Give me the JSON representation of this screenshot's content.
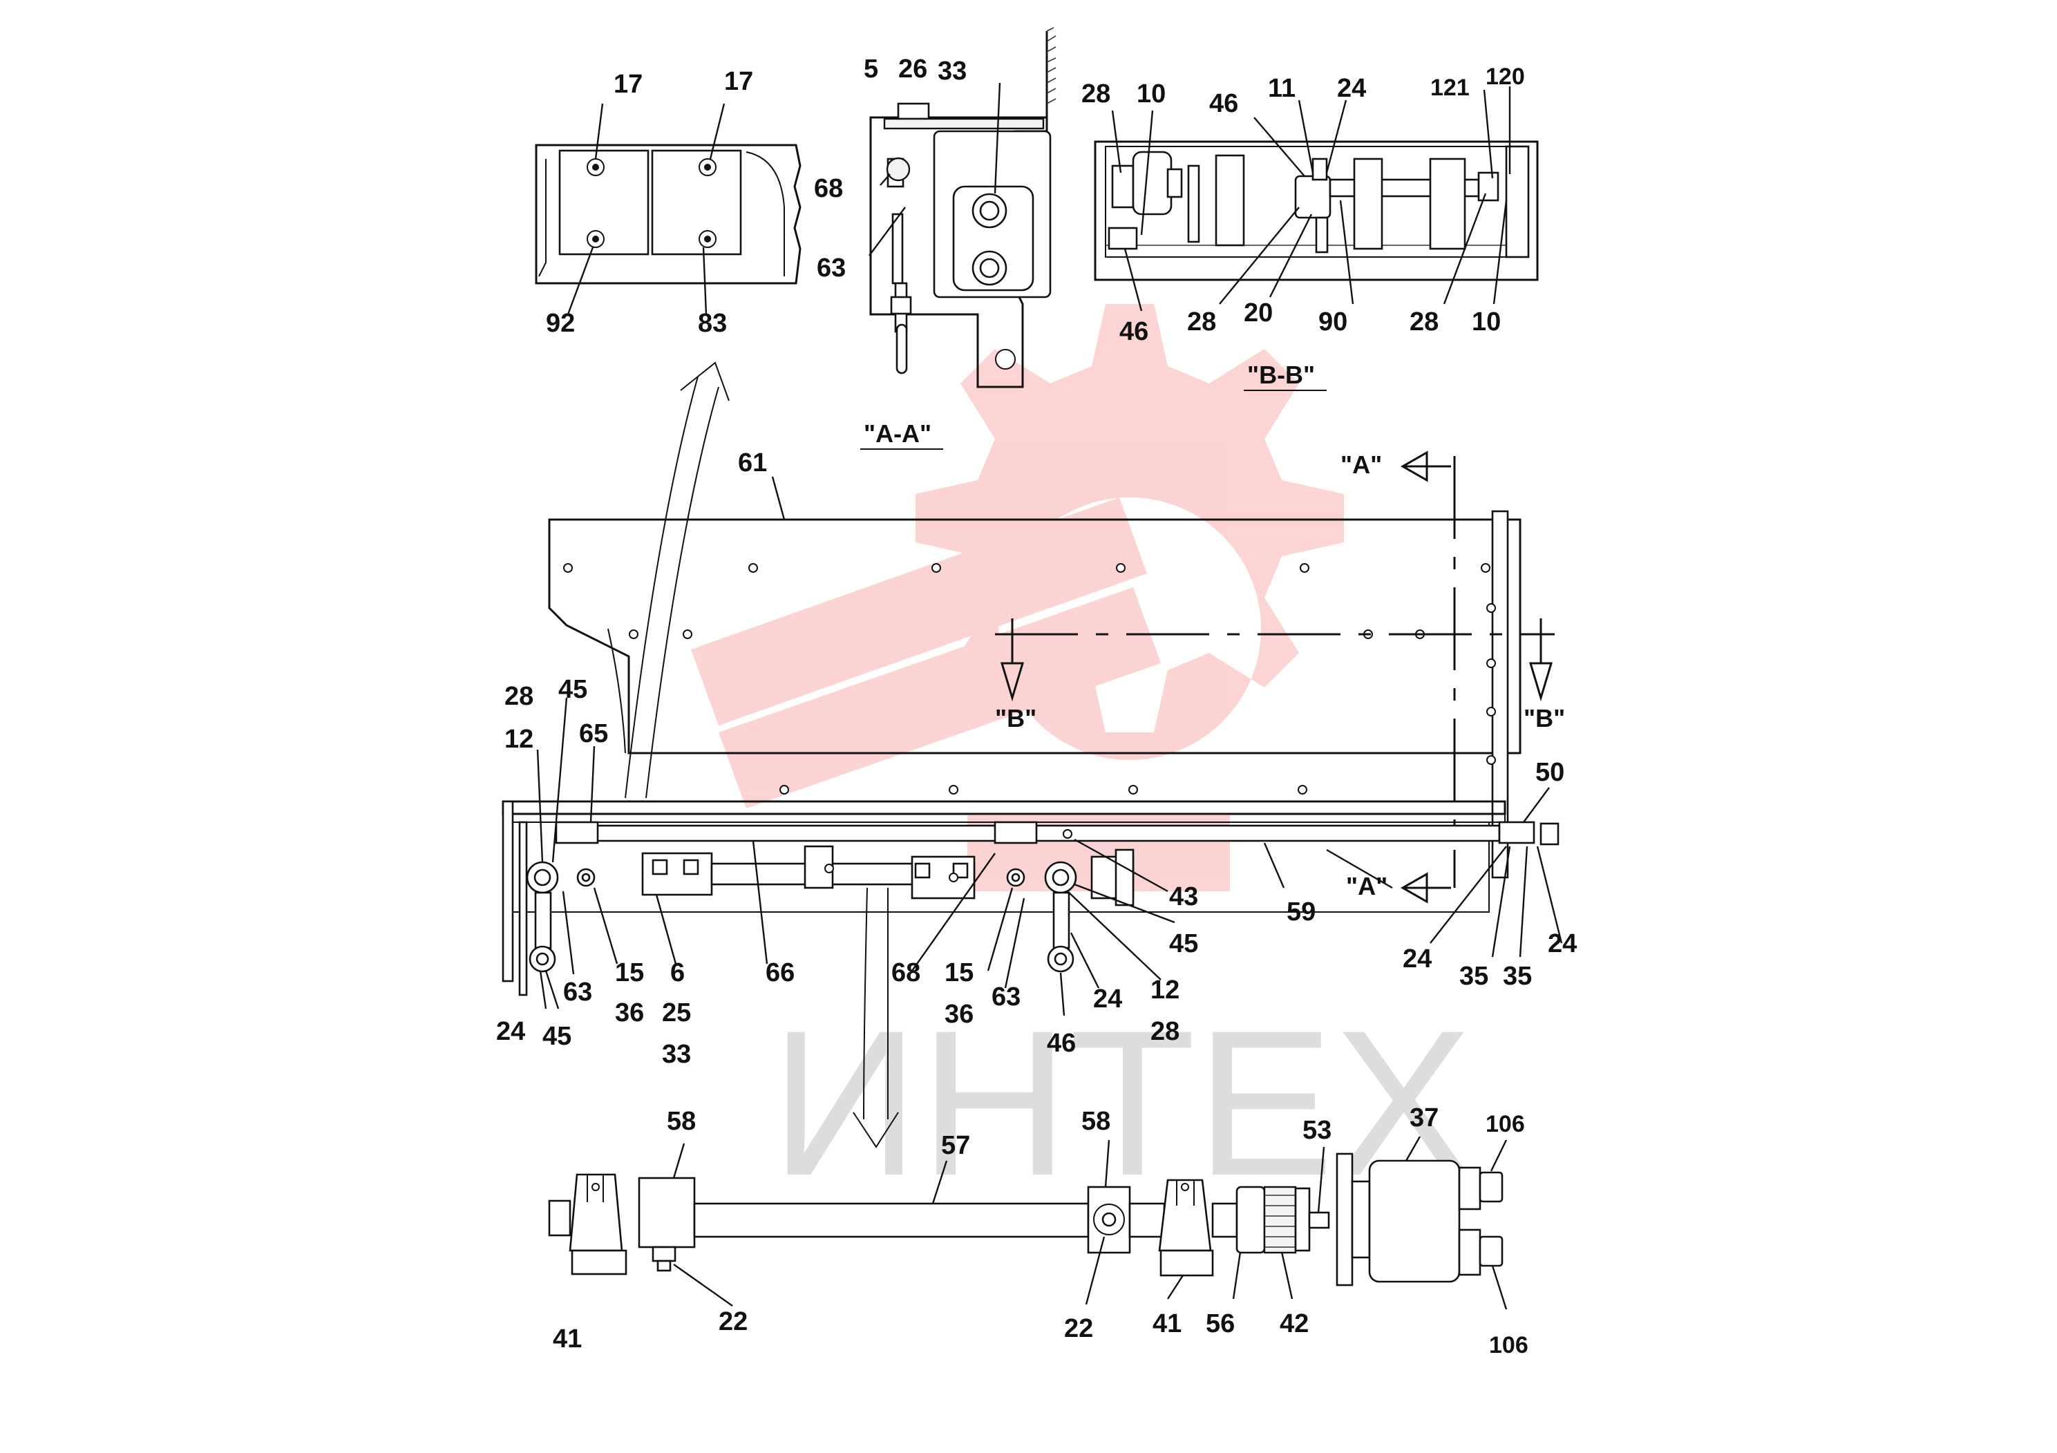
{
  "watermark": {
    "text": "ИНТЕХ",
    "gear_color": "#f03c3c",
    "text_color": "#b4b4b4"
  },
  "section_titles": {
    "aa": "\"A-A\"",
    "bb": "\"B-B\"",
    "mark_a_top": "\"A\"",
    "mark_a_bottom": "\"A\"",
    "mark_b_left": "\"B\"",
    "mark_b_right": "\"B\""
  },
  "callouts": {
    "tl_17a": "17",
    "tl_17b": "17",
    "tl_92": "92",
    "tl_83": "83",
    "aa_5": "5",
    "aa_26": "26",
    "aa_33": "33",
    "aa_68": "68",
    "aa_63": "63",
    "bb_28a": "28",
    "bb_10a": "10",
    "bb_46a": "46",
    "bb_11": "11",
    "bb_24": "24",
    "bb_121": "121",
    "bb_120": "120",
    "bb_46b": "46",
    "bb_28b": "28",
    "bb_20": "20",
    "bb_90": "90",
    "bb_28c": "28",
    "bb_10b": "10",
    "m_61": "61",
    "m_28a": "28",
    "m_45a": "45",
    "m_12a": "12",
    "m_65": "65",
    "m_24a": "24",
    "m_45b": "45",
    "m_63a": "63",
    "m_15a": "15",
    "m_36a": "36",
    "m_6": "6",
    "m_25": "25",
    "m_33": "33",
    "m_66": "66",
    "m_68": "68",
    "m_15b": "15",
    "m_36b": "36",
    "m_63b": "63",
    "m_46": "46",
    "m_24b": "24",
    "m_12b": "12",
    "m_28b": "28",
    "m_45c": "45",
    "m_43": "43",
    "m_59": "59",
    "m_24c": "24",
    "m_35a": "35",
    "m_35b": "35",
    "m_24d": "24",
    "m_50": "50",
    "b_58a": "58",
    "b_41a": "41",
    "b_22a": "22",
    "b_57": "57",
    "b_58b": "58",
    "b_22b": "22",
    "b_41b": "41",
    "b_56": "56",
    "b_42": "42",
    "b_53": "53",
    "b_37": "37",
    "b_106a": "106",
    "b_106b": "106"
  }
}
